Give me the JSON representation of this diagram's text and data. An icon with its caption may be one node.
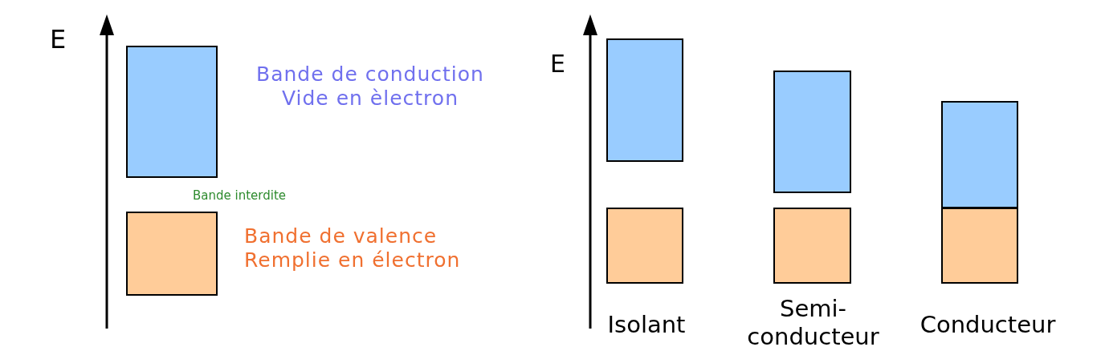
{
  "diagram": {
    "nodes": [
      {
        "text": [],
        "shape": "box",
        "beside": [
          "Bande de conduction Vide en èlectron"
        ]
      },
      {
        "text": [],
        "shape": "box",
        "beside": [
          "Bande de valence Remplie en électron"
        ]
      },
      {
        "text": [],
        "shape": "box"
      },
      {
        "text": [],
        "shape": "box"
      },
      {
        "text": [],
        "shape": "box"
      },
      {
        "text": [],
        "shape": "box"
      },
      {
        "text": [],
        "shape": "box"
      },
      {
        "text": [],
        "shape": "box"
      }
    ],
    "labels": [
      "E",
      "Bande interdite",
      "E",
      "Isolant",
      "Semi- conducteur",
      "Conducteur"
    ]
  }
}
